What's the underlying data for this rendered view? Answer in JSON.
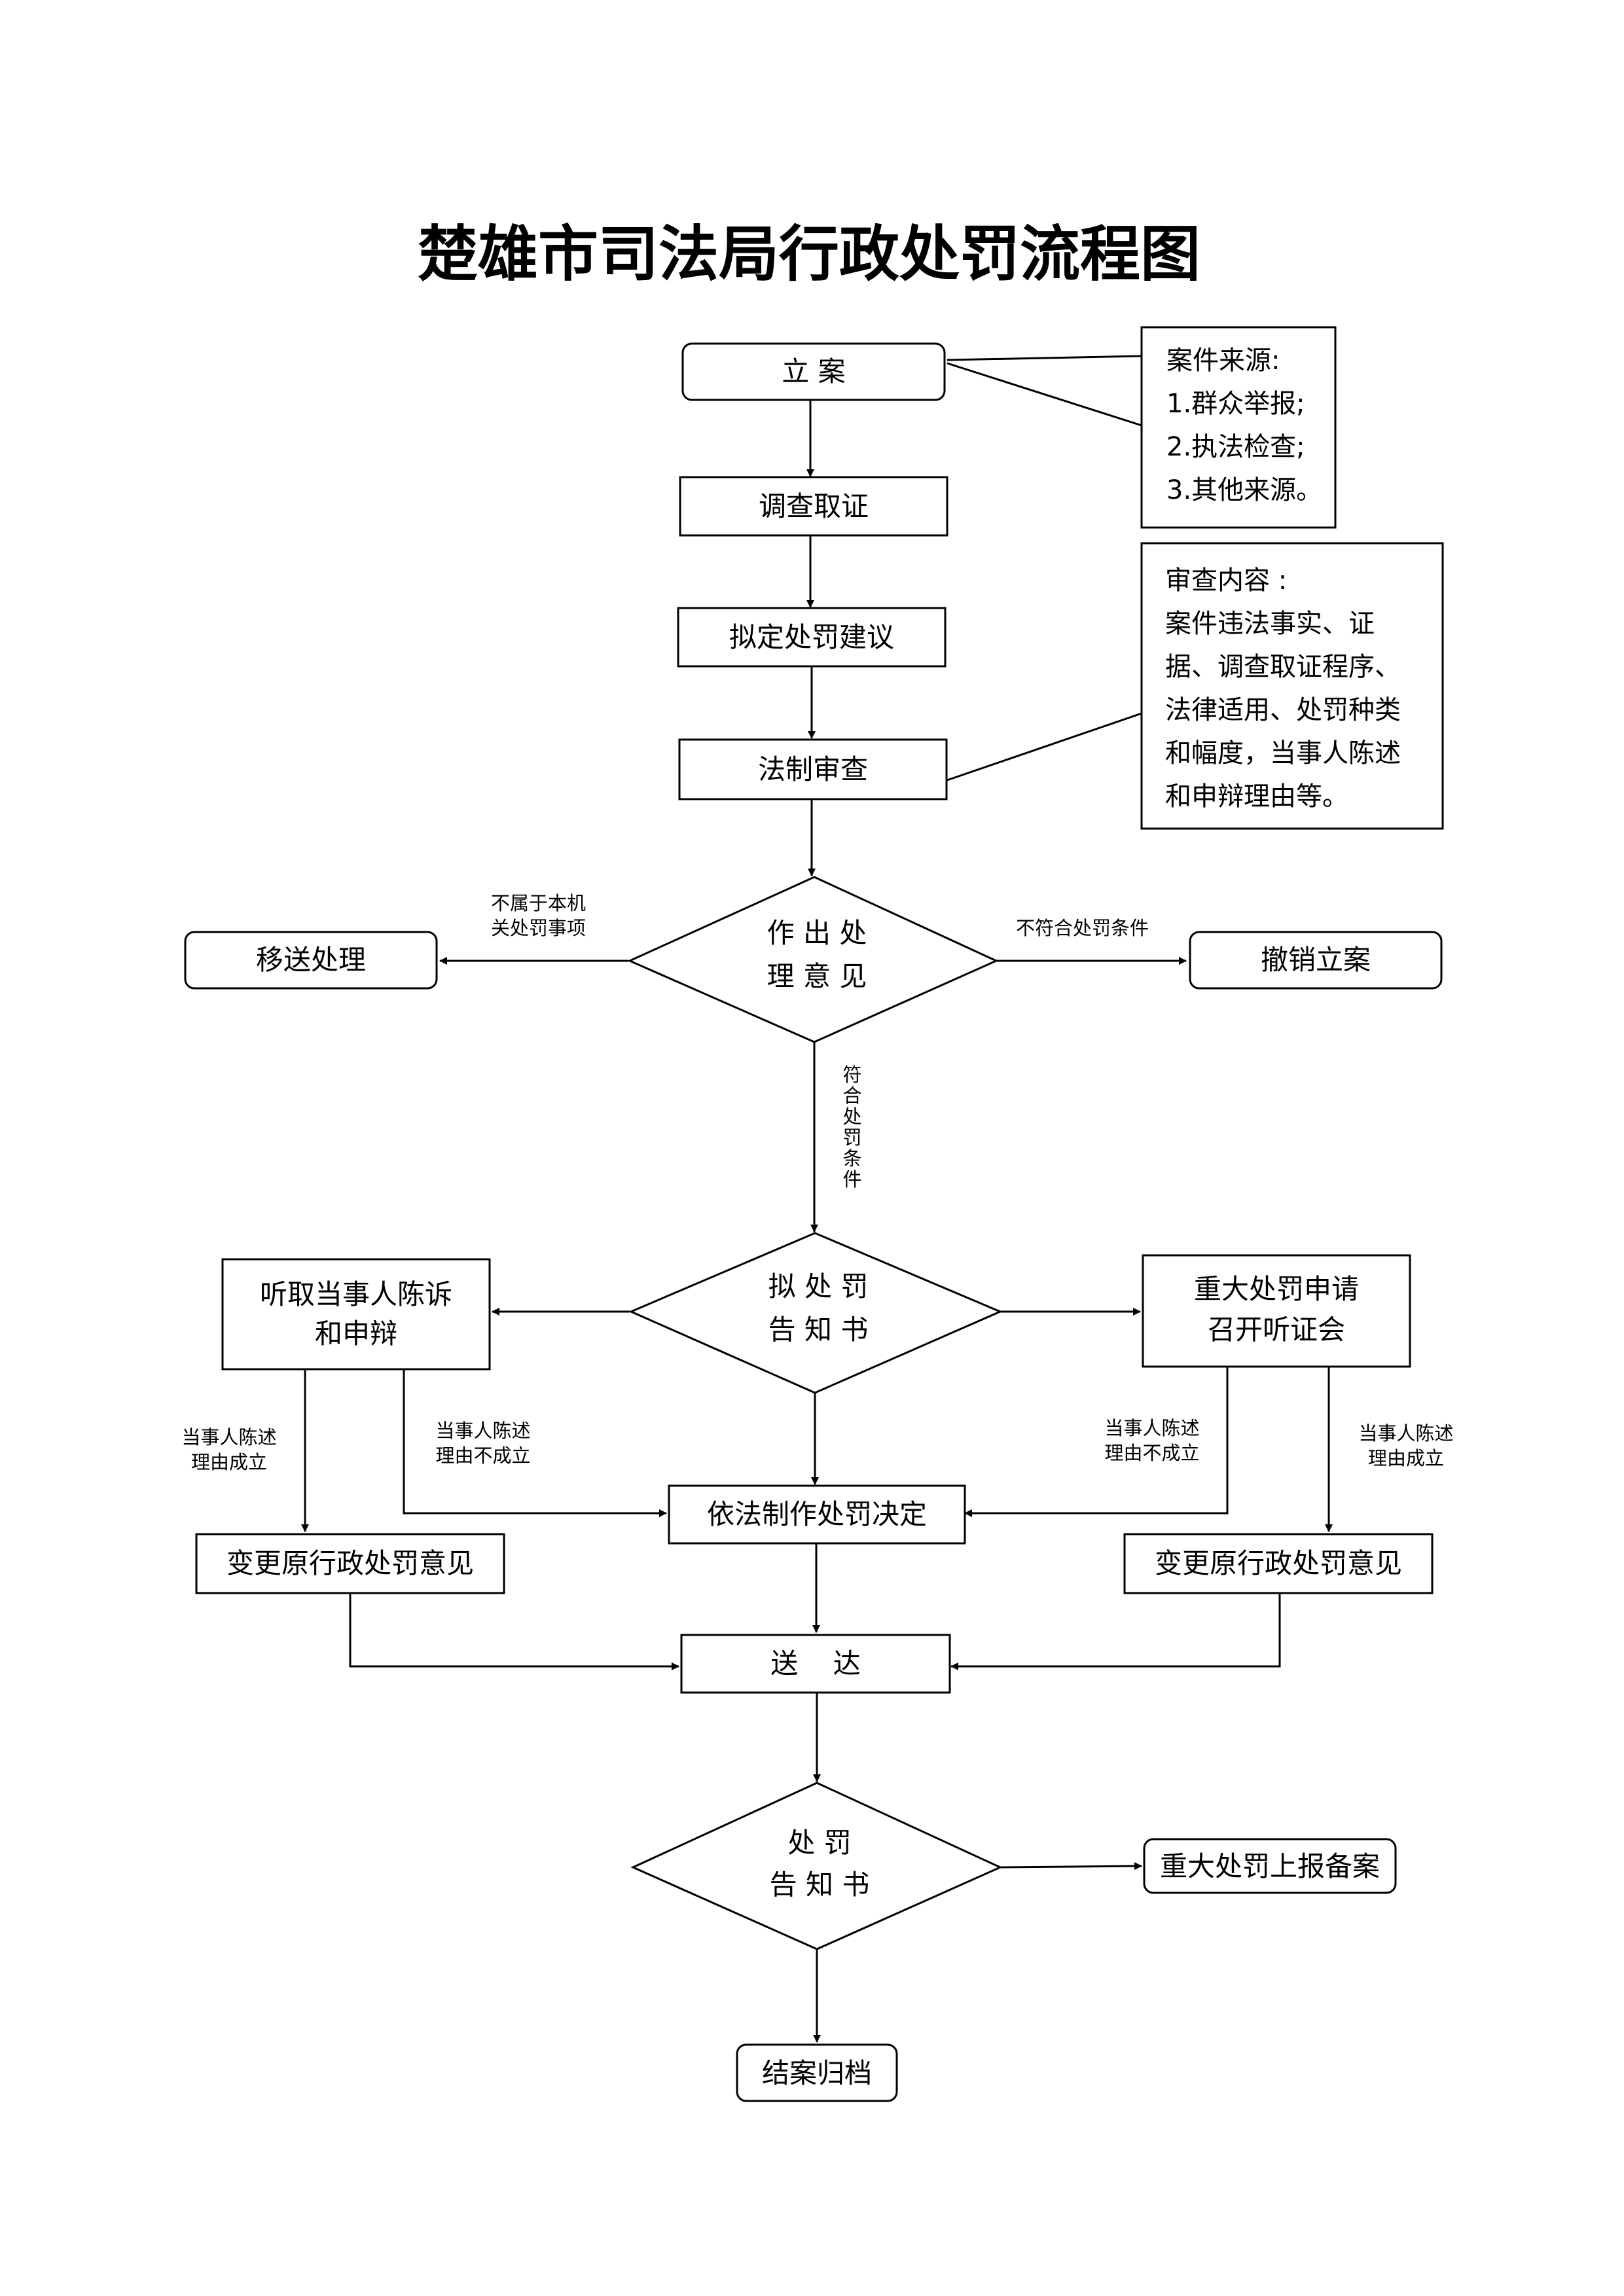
{
  "title": "楚雄市司法局行政处罚流程图",
  "nodes": {
    "li_an": "立 案",
    "diaocha": "调查取证",
    "niding": "拟定处罚建议",
    "fazhi": "法制审查",
    "zuochu": [
      "作 出 处",
      "理 意 见"
    ],
    "yisong": "移送处理",
    "chexiao": "撤销立案",
    "nichufa": [
      "拟 处 罚",
      "告 知 书"
    ],
    "tingqu": [
      "听取当事人陈诉",
      "和申辩"
    ],
    "zhongda_tingzheng": [
      "重大处罚申请",
      "召开听证会"
    ],
    "yifa": "依法制作处罚决定",
    "biangeng_left": "变更原行政处罚意见",
    "biangeng_right": "变更原行政处罚意见",
    "songda": "送    达",
    "chufa_gaozhi": [
      "处 罚",
      "告 知 书"
    ],
    "zhongda_baobei": "重大处罚上报备案",
    "jiean": "结案归档"
  },
  "notes": {
    "source": [
      "案件来源:",
      "1.群众举报;",
      "2.执法检查;",
      "3.其他来源。"
    ],
    "review": [
      "审查内容 :",
      "案件违法事实、证",
      "据、调查取证程序、",
      "法律适用、处罚种类",
      "和幅度，当事人陈述",
      "和申辩理由等。"
    ]
  },
  "edge_labels": {
    "not_belong": [
      "不属于本机",
      "关处罚事项"
    ],
    "not_meet": "不符合处罚条件",
    "meet": [
      "符",
      "合",
      "处",
      "罚",
      "条",
      "件"
    ],
    "left_valid": [
      "当事人陈述",
      "理由成立"
    ],
    "left_invalid": [
      "当事人陈述",
      "理由不成立"
    ],
    "right_invalid": [
      "当事人陈述",
      "理由不成立"
    ],
    "right_valid": [
      "当事人陈述",
      "理由成立"
    ]
  }
}
